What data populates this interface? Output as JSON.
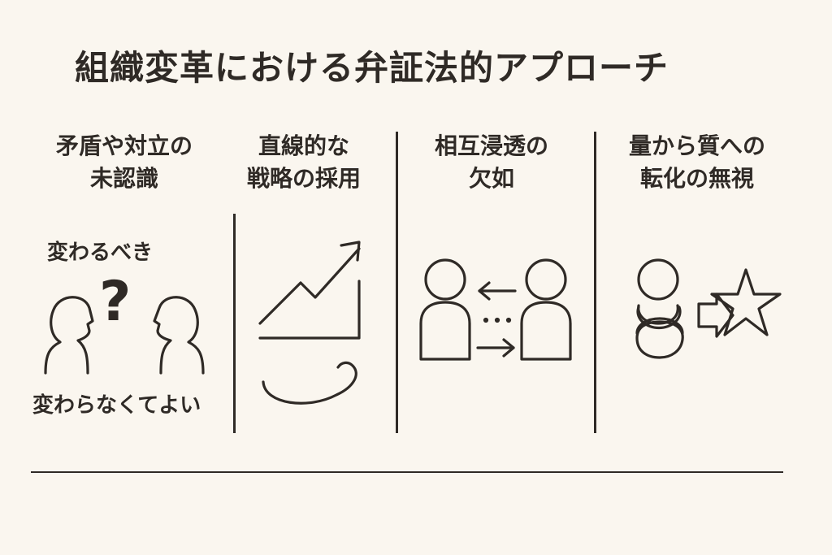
{
  "title": "組織変革における弁証法的アプローチ",
  "columns": [
    {
      "heading_line1": "矛盾や対立の",
      "heading_line2": "未認識",
      "icon": "two-people-confused-icon"
    },
    {
      "heading_line1": "直線的な",
      "heading_line2": "戦略の採用",
      "icon": "rising-arrow-icon"
    },
    {
      "heading_line1": "相互浸透の",
      "heading_line2": "欠如",
      "icon": "two-people-exchange-icon"
    },
    {
      "heading_line1": "量から質への",
      "heading_line2": "転化の無視",
      "icon": "stack-to-star-icon"
    }
  ],
  "col1": {
    "top_label": "変わるべき",
    "bottom_label": "変わらなくてよい",
    "question_mark": "?"
  },
  "colors": {
    "background": "#faf6ef",
    "ink": "#2f2a26"
  }
}
